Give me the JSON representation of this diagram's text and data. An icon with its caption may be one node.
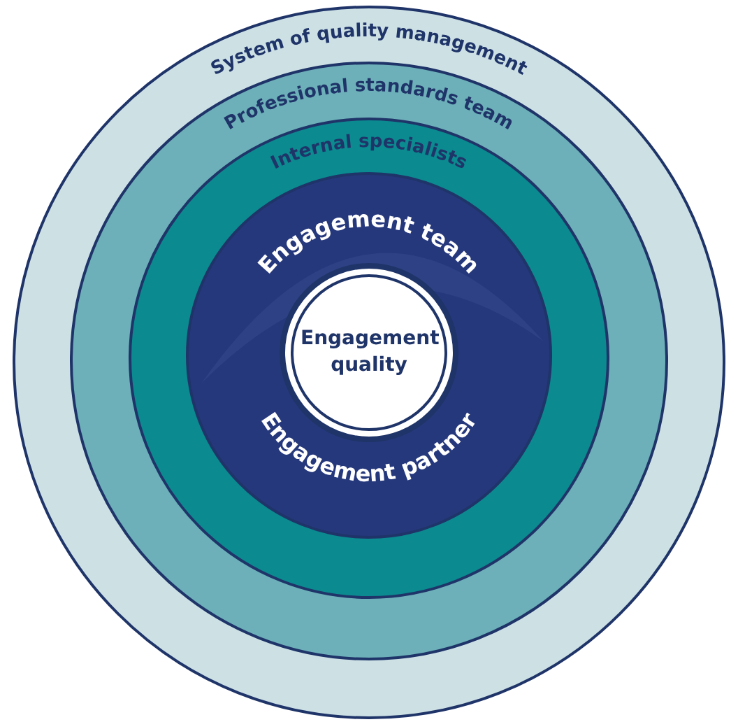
{
  "diagram": {
    "nodes": [
      {
        "text": [
          "System of quality management"
        ]
      },
      {
        "text": [
          "Professional standards team"
        ],
        "in": 0
      },
      {
        "text": [
          "Internal specialists"
        ],
        "in": 1
      },
      {
        "text": [
          "Engagement team",
          "Engagement partner"
        ],
        "in": 2
      },
      {
        "text": [
          "Engagement quality"
        ],
        "in": 3
      }
    ],
    "edges": []
  }
}
